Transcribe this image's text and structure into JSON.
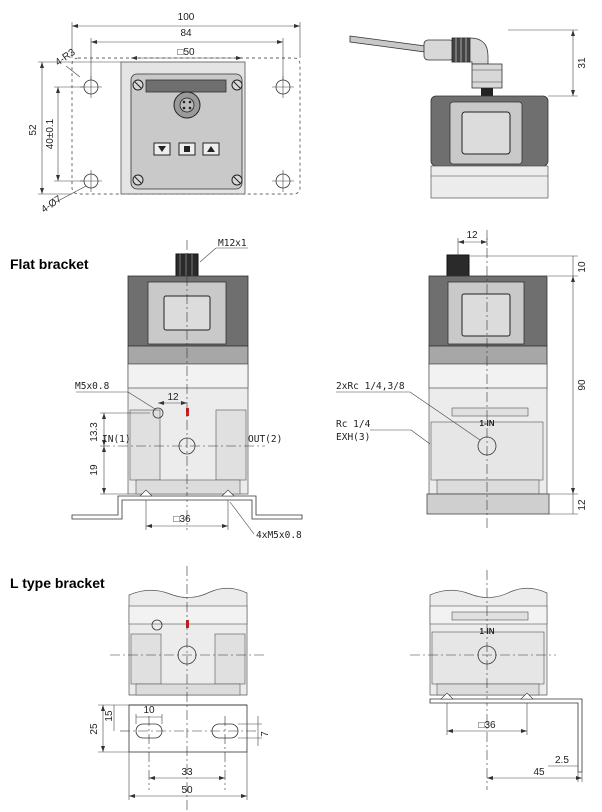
{
  "sections": {
    "flat_bracket": "Flat bracket",
    "l_type_bracket": "L type bracket"
  },
  "top_view": {
    "dim_100": "100",
    "dim_84": "84",
    "dim_50": "□50",
    "radius": "4-R3",
    "dim_52": "52",
    "dim_40": "40±0.1",
    "holes": "4-Ø7"
  },
  "side_top_view": {
    "dim_31": "31"
  },
  "flat_front": {
    "connector": "M12x1",
    "pilot_port": "M5x0.8",
    "dim_12": "12",
    "dim_13_3": "13.3",
    "dim_19": "19",
    "in_port": "IN(1)",
    "out_port": "OUT(2)",
    "dim_36": "□36",
    "mount_screws": "4xM5x0.8"
  },
  "flat_side": {
    "dim_12_top": "12",
    "dim_10": "10",
    "dim_90": "90",
    "dim_12_bottom": "12",
    "ports": "2xRc 1/4,3/8",
    "exh_port_a": "Rc 1/4",
    "exh_port_b": "EXH(3)",
    "port_mark": "1-IN"
  },
  "l_front": {
    "dim_25": "25",
    "dim_15": "15",
    "dim_10": "10",
    "dim_7": "7",
    "dim_33": "33",
    "dim_50": "50"
  },
  "l_side": {
    "port_mark": "1-IN",
    "dim_36": "□36",
    "dim_2_5": "2.5",
    "dim_45": "45"
  }
}
